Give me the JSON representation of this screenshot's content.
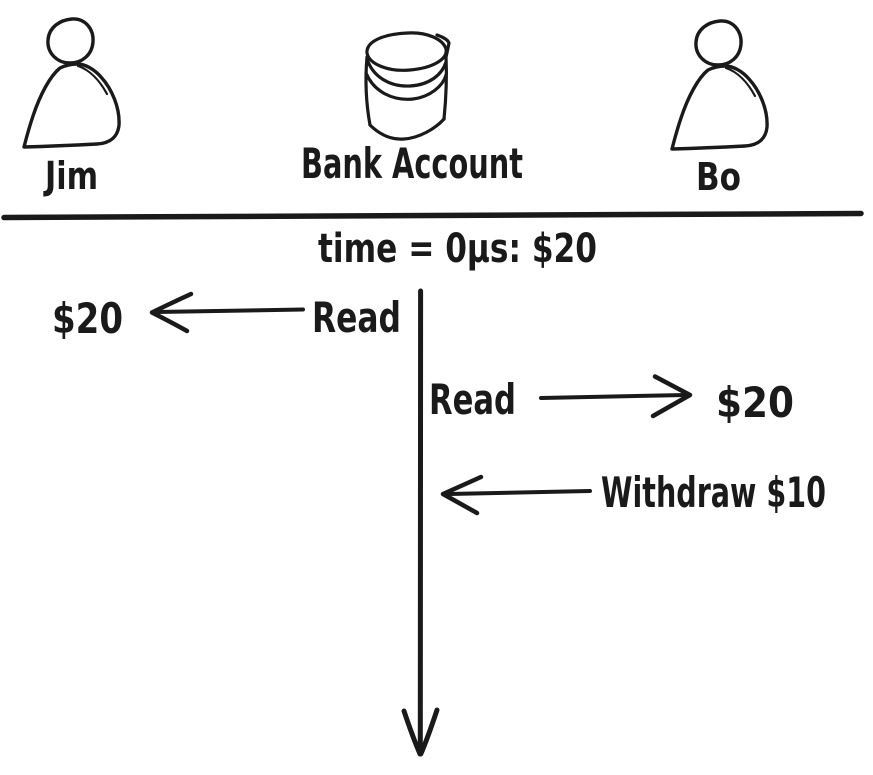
{
  "colors": {
    "ink": "#1a1a1a",
    "background": "#ffffff"
  },
  "actors": [
    {
      "id": "jim",
      "label": "Jim",
      "icon": "person-icon"
    },
    {
      "id": "bank-account",
      "label": "Bank Account",
      "icon": "database-icon"
    },
    {
      "id": "bo",
      "label": "Bo",
      "icon": "person-icon"
    }
  ],
  "timeline": {
    "header": "time = 0μs: $20"
  },
  "messages": [
    {
      "from": "bank-account",
      "to": "jim",
      "label": "Read",
      "value": "$20",
      "direction": "left"
    },
    {
      "from": "bank-account",
      "to": "bo",
      "label": "Read",
      "value": "$20",
      "direction": "right"
    },
    {
      "from": "bo",
      "to": "bank-account",
      "label": "Withdraw $10",
      "direction": "left"
    }
  ]
}
